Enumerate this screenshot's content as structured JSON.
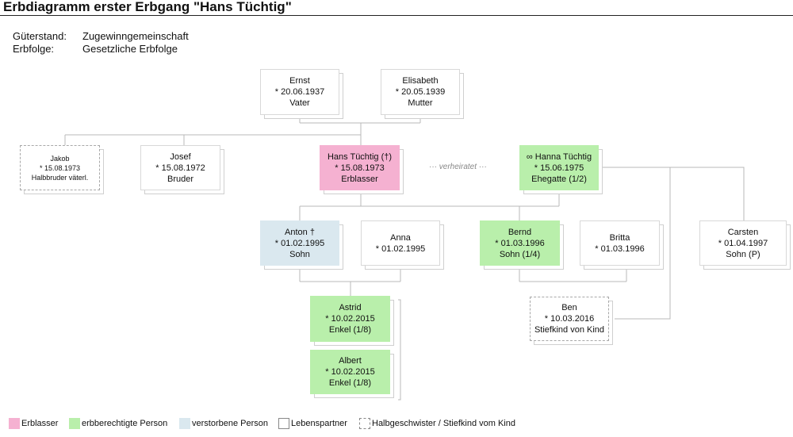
{
  "title": "Erbdiagramm erster Erbgang \"Hans Tüchtig\"",
  "meta": {
    "gueterstand_label": "Güterstand:",
    "gueterstand_value": "Zugewinngemeinschaft",
    "erbfolge_label": "Erbfolge:",
    "erbfolge_value": "Gesetzliche Erbfolge"
  },
  "persons": {
    "ernst": {
      "name": "Ernst",
      "date": "* 20.06.1937",
      "role": "Vater"
    },
    "elisabeth": {
      "name": "Elisabeth",
      "date": "* 20.05.1939",
      "role": "Mutter"
    },
    "jakob": {
      "name": "Jakob",
      "date": "* 15.08.1973",
      "role": "Halbbruder väterl."
    },
    "josef": {
      "name": "Josef",
      "date": "* 15.08.1972",
      "role": "Bruder"
    },
    "hans": {
      "name": "Hans Tüchtig (†)",
      "date": "* 15.08.1973",
      "role": "Erblasser"
    },
    "hanna": {
      "name": "∞ Hanna Tüchtig",
      "date": "* 15.06.1975",
      "role": "Ehegatte (1/2)"
    },
    "anton": {
      "name": "Anton †",
      "date": "* 01.02.1995",
      "role": "Sohn"
    },
    "anna": {
      "name": "Anna",
      "date": "* 01.02.1995"
    },
    "bernd": {
      "name": "Bernd",
      "date": "* 01.03.1996",
      "role": "Sohn (1/4)"
    },
    "britta": {
      "name": "Britta",
      "date": "* 01.03.1996"
    },
    "carsten": {
      "name": "Carsten",
      "date": "* 01.04.1997",
      "role": "Sohn (P)"
    },
    "ben": {
      "name": "Ben",
      "date": "* 10.03.2016",
      "role": "Stiefkind von Kind"
    },
    "astrid": {
      "name": "Astrid",
      "date": "* 10.02.2015",
      "role": "Enkel (1/8)"
    },
    "albert": {
      "name": "Albert",
      "date": "* 10.02.2015",
      "role": "Enkel (1/8)"
    }
  },
  "marriage_label": "··· verheiratet ···",
  "legend": [
    {
      "label": "Erblasser",
      "color": "#f5b1d1",
      "style": "fill"
    },
    {
      "label": "erbberechtigte Person",
      "color": "#b9efab",
      "style": "fill"
    },
    {
      "label": "verstorbene Person",
      "color": "#dae8ef",
      "style": "fill"
    },
    {
      "label": "Lebenspartner",
      "color": "#888888",
      "style": "solid"
    },
    {
      "label": "Halbgeschwister / Stiefkind vom Kind",
      "color": "#888888",
      "style": "dashed"
    }
  ]
}
